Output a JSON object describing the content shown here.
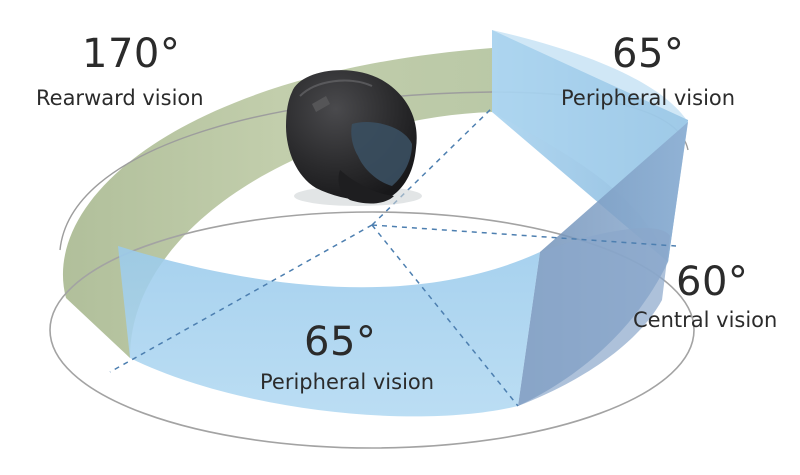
{
  "sectors": [
    {
      "id": "rearward",
      "degrees": "170°",
      "caption": "Rearward vision",
      "color": "#a9b98e"
    },
    {
      "id": "peripheral-right",
      "degrees": "65°",
      "caption": "Peripheral vision",
      "color": "#9ecbe8"
    },
    {
      "id": "central",
      "degrees": "60°",
      "caption": "Central vision",
      "color": "#7f9fc4"
    },
    {
      "id": "peripheral-front",
      "degrees": "65°",
      "caption": "Peripheral vision",
      "color": "#a4d0ee"
    }
  ],
  "colors": {
    "ring_outline": "#9a9a9a",
    "divider_lines": "#4d7fb0",
    "helmet": "#2a2a2c",
    "visor": "#3e5566"
  },
  "icons": {
    "helmet": "motorcycle-helmet-icon"
  }
}
